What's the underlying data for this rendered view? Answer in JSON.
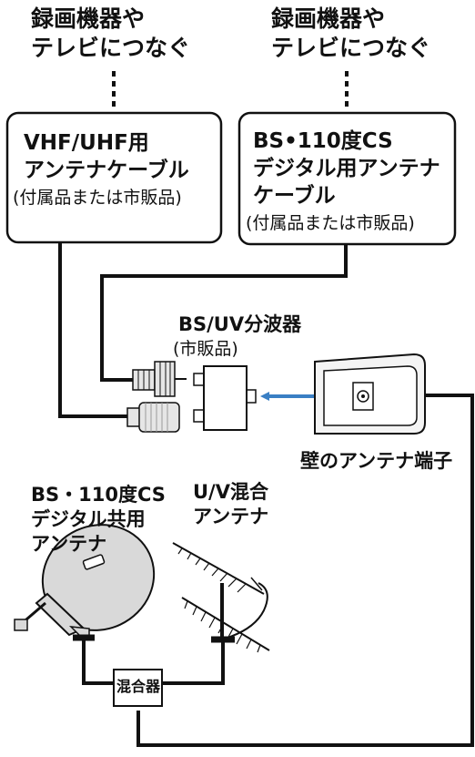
{
  "top_left": {
    "line1": "録画機器や",
    "line2": "テレビにつなぐ"
  },
  "top_right": {
    "line1": "録画機器や",
    "line2": "テレビにつなぐ"
  },
  "box_left": {
    "line1": "VHF/UHF用",
    "line2": "アンテナケーブル",
    "note": "(付属品または市販品)"
  },
  "box_right": {
    "line1": "BS•110度CS",
    "line2": "デジタル用アンテナ",
    "line3": "ケーブル",
    "note": "(付属品または市販品)"
  },
  "splitter": {
    "name": "BS/UV分波器",
    "note": "(市販品)"
  },
  "wall": {
    "label": "壁のアンテナ端子"
  },
  "bs_antenna": {
    "line1": "BS・110度CS",
    "line2": "デジタル共用",
    "line3": "アンテナ"
  },
  "uv_antenna": {
    "line1": "U/V混合",
    "line2": "アンテナ"
  },
  "mixer": {
    "label": "混合器"
  },
  "colors": {
    "arrow": "#3a7fc4",
    "line": "#111111",
    "dish": "#d9d9d9"
  }
}
